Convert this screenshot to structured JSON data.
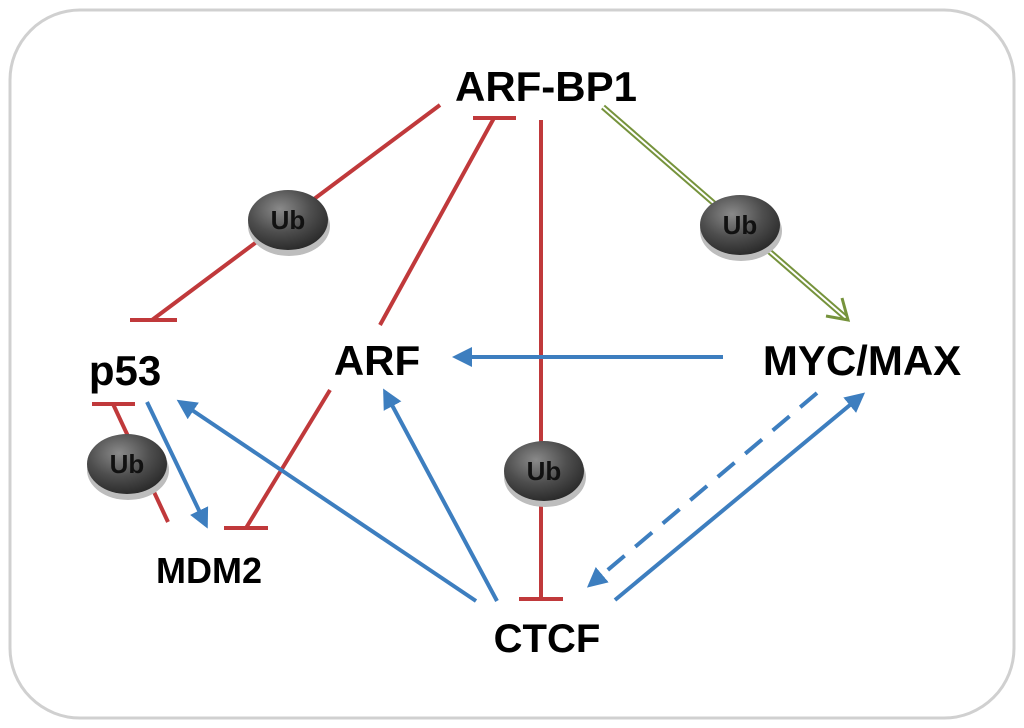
{
  "nodes": {
    "arf_bp1": "ARF-BP1",
    "p53": "p53",
    "arf": "ARF",
    "myc_max": "MYC/MAX",
    "mdm2": "MDM2",
    "ctcf": "CTCF"
  },
  "ubiquitin_label": "Ub",
  "colors": {
    "inhibition": "#c0393b",
    "activation": "#3d7ebf",
    "ubiquitination_activation": "#76933c",
    "ub_badge": "#4a4a4a",
    "frame": "#d0d0d0"
  },
  "edges": [
    {
      "from": "ARF-BP1",
      "to": "p53",
      "type": "inhibition",
      "ub": true
    },
    {
      "from": "ARF",
      "to": "ARF-BP1",
      "type": "inhibition",
      "ub": false
    },
    {
      "from": "ARF-BP1",
      "to": "CTCF",
      "type": "inhibition",
      "ub": true
    },
    {
      "from": "ARF-BP1",
      "to": "MYC/MAX",
      "type": "activation",
      "style": "double",
      "ub": true
    },
    {
      "from": "MYC/MAX",
      "to": "ARF",
      "type": "activation",
      "ub": false
    },
    {
      "from": "CTCF",
      "to": "p53",
      "type": "activation",
      "ub": false
    },
    {
      "from": "CTCF",
      "to": "ARF",
      "type": "activation",
      "ub": false
    },
    {
      "from": "CTCF",
      "to": "MYC/MAX",
      "type": "activation",
      "ub": false
    },
    {
      "from": "MYC/MAX",
      "to": "CTCF",
      "type": "activation",
      "style": "dashed",
      "ub": false
    },
    {
      "from": "p53",
      "to": "MDM2",
      "type": "activation",
      "ub": false
    },
    {
      "from": "MDM2",
      "to": "p53",
      "type": "inhibition",
      "ub": true
    },
    {
      "from": "ARF",
      "to": "MDM2",
      "type": "inhibition",
      "ub": false
    }
  ]
}
